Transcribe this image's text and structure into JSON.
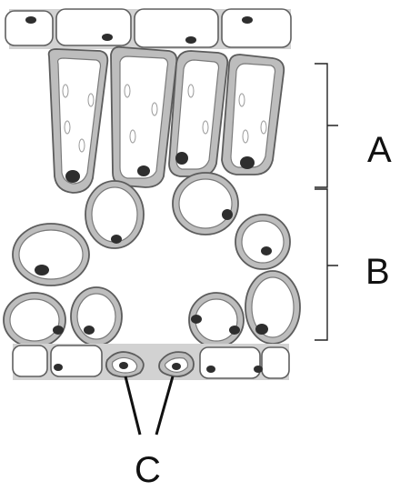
{
  "labels": {
    "a": "A",
    "b": "B",
    "c": "C"
  },
  "colors": {
    "wall": "#bdbdbd",
    "outline": "#5c5c5c",
    "nucleus": "#2e2e2e",
    "text": "#111111"
  }
}
